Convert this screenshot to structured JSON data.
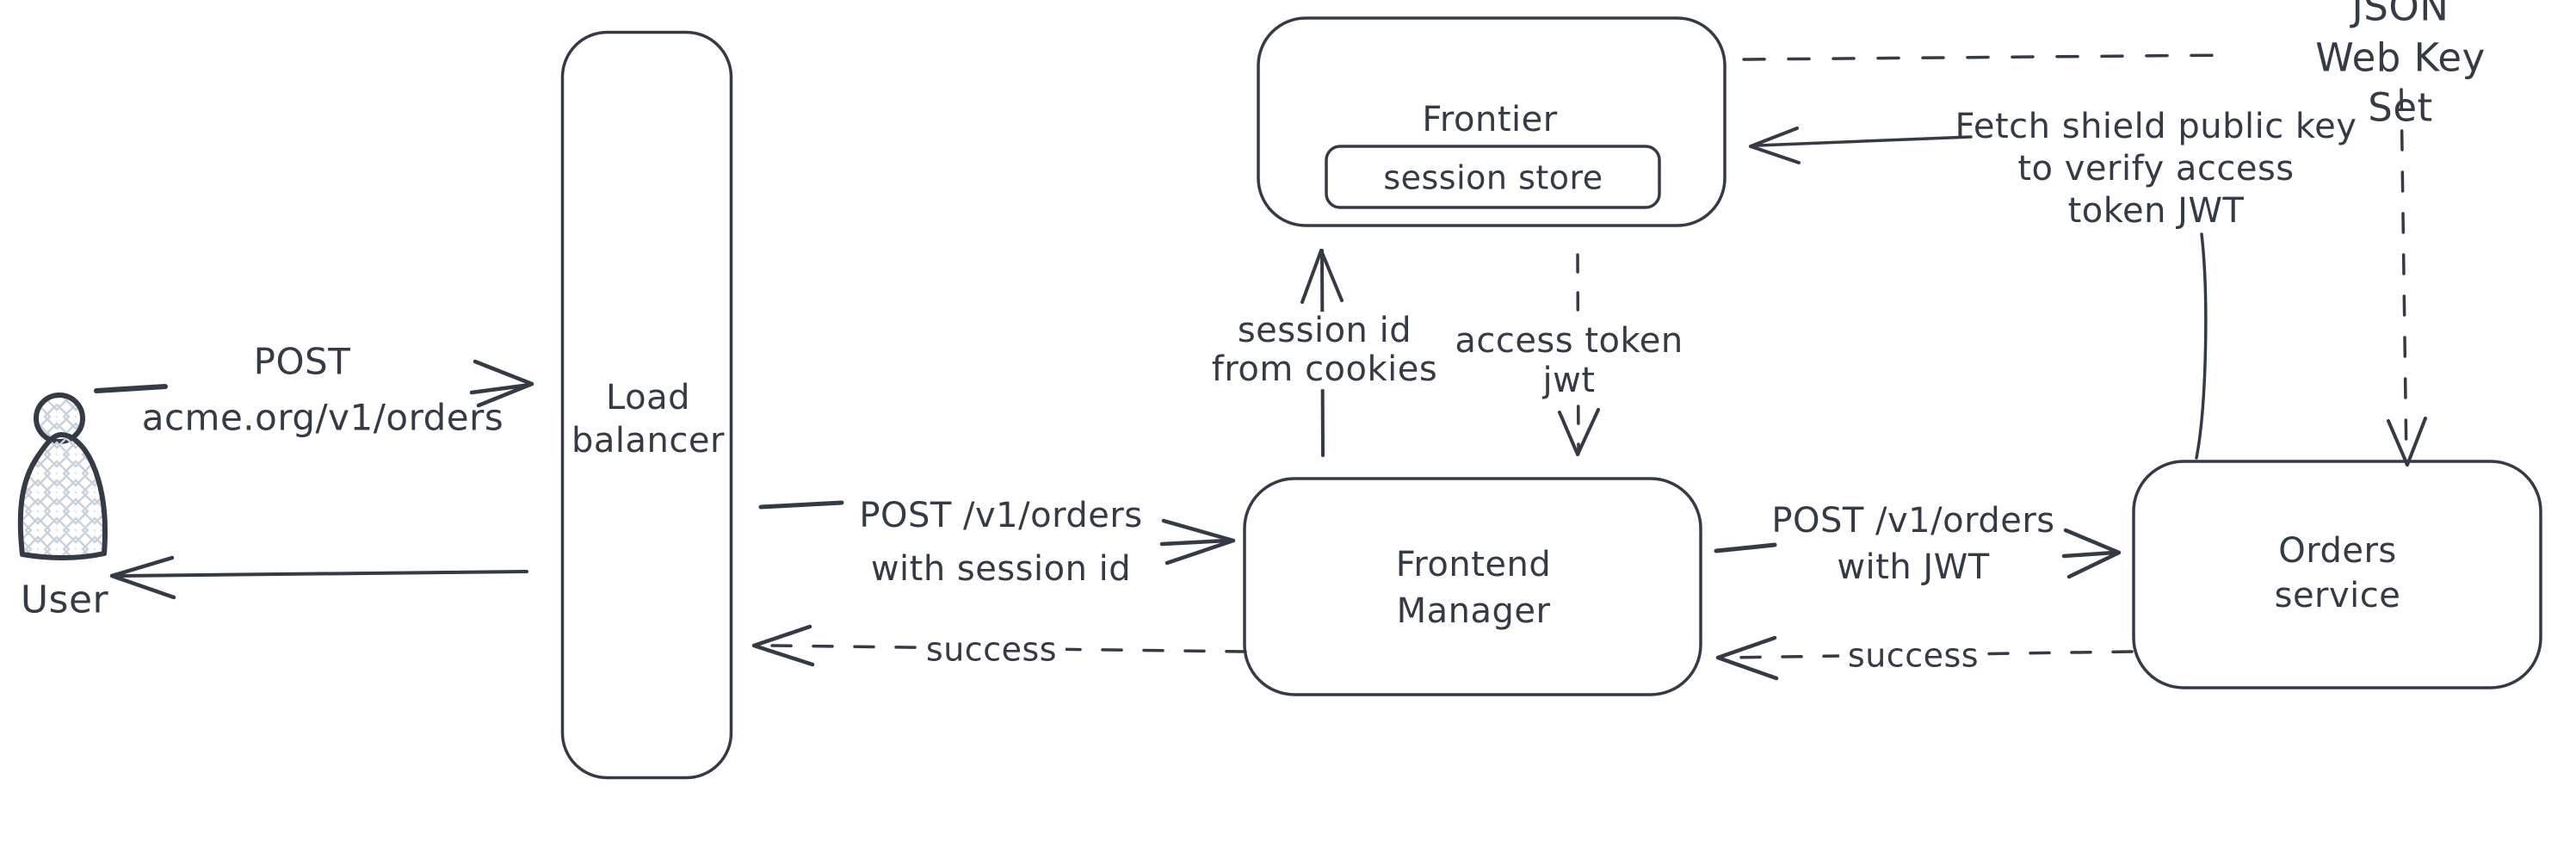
{
  "canvas": {
    "background": "#ffffff",
    "stroke_color": "#343a46",
    "hatch_color": "#c9d2dc"
  },
  "nodes": {
    "user": {
      "label": "User"
    },
    "load_balancer": {
      "label": "Load\nbalancer"
    },
    "frontier": {
      "label": "Frontier"
    },
    "session_store": {
      "label": "session store"
    },
    "frontend_manager": {
      "label": "Frontend\nManager"
    },
    "orders_service": {
      "label": "Orders service"
    }
  },
  "edges": {
    "user_to_lb": {
      "label_line1": "POST",
      "label_line2": "acme.org/v1/orders"
    },
    "lb_to_fm": {
      "label": "POST /v1/orders\nwith session id"
    },
    "fm_to_lb_success": {
      "label": "success"
    },
    "fm_to_frontier": {
      "label": "session id\nfrom cookies"
    },
    "frontier_to_fm": {
      "label": "access token\njwt"
    },
    "fm_to_orders": {
      "label": "POST /v1/orders\nwith JWT"
    },
    "orders_to_fm_success": {
      "label": "success"
    },
    "orders_to_frontier_fetch": {
      "label": "Fetch shield public key\nto verify access\ntoken JWT"
    },
    "jwks": {
      "label": "JSON Web Key Set"
    }
  }
}
